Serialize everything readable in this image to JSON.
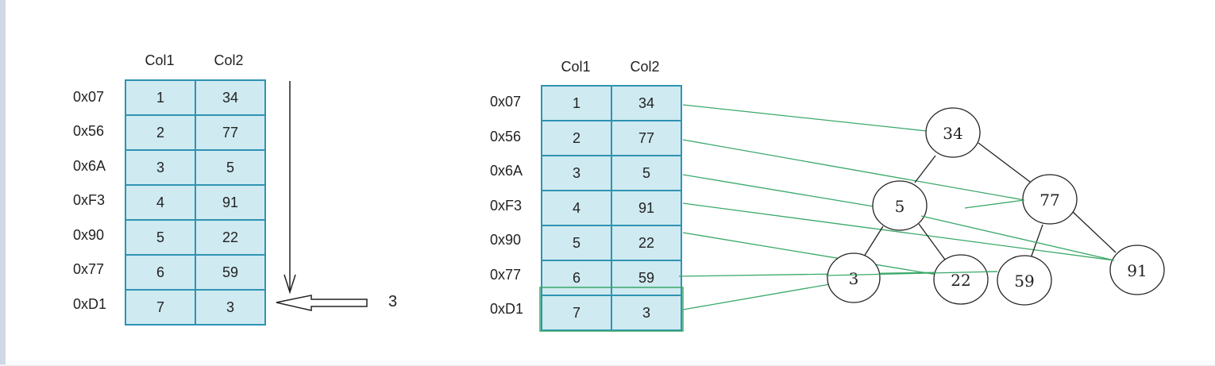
{
  "left_table": {
    "headers": [
      "Col1",
      "Col2"
    ],
    "rows": [
      {
        "addr": "0x07",
        "col1": "1",
        "col2": "34"
      },
      {
        "addr": "0x56",
        "col1": "2",
        "col2": "77"
      },
      {
        "addr": "0x6A",
        "col1": "3",
        "col2": "5"
      },
      {
        "addr": "0xF3",
        "col1": "4",
        "col2": "91"
      },
      {
        "addr": "0x90",
        "col1": "5",
        "col2": "22"
      },
      {
        "addr": "0x77",
        "col1": "6",
        "col2": "59"
      },
      {
        "addr": "0xD1",
        "col1": "7",
        "col2": "3"
      }
    ],
    "search_value": "3"
  },
  "right_table": {
    "headers": [
      "Col1",
      "Col2"
    ],
    "rows": [
      {
        "addr": "0x07",
        "col1": "1",
        "col2": "34"
      },
      {
        "addr": "0x56",
        "col1": "2",
        "col2": "77"
      },
      {
        "addr": "0x6A",
        "col1": "3",
        "col2": "5"
      },
      {
        "addr": "0xF3",
        "col1": "4",
        "col2": "91"
      },
      {
        "addr": "0x90",
        "col1": "5",
        "col2": "22"
      },
      {
        "addr": "0x77",
        "col1": "6",
        "col2": "59"
      },
      {
        "addr": "0xD1",
        "col1": "7",
        "col2": "3"
      }
    ],
    "highlighted_row": 6
  },
  "tree": {
    "nodes": [
      "34",
      "5",
      "77",
      "3",
      "22",
      "59",
      "91"
    ],
    "edges": [
      [
        "34",
        "5"
      ],
      [
        "34",
        "77"
      ],
      [
        "5",
        "3"
      ],
      [
        "5",
        "22"
      ],
      [
        "77",
        "59"
      ],
      [
        "77",
        "91"
      ]
    ]
  },
  "colors": {
    "cell_fill": "#cfeaf1",
    "cell_border": "#2f93b3",
    "link_line": "#3aa86a",
    "tree_line": "#222222"
  }
}
